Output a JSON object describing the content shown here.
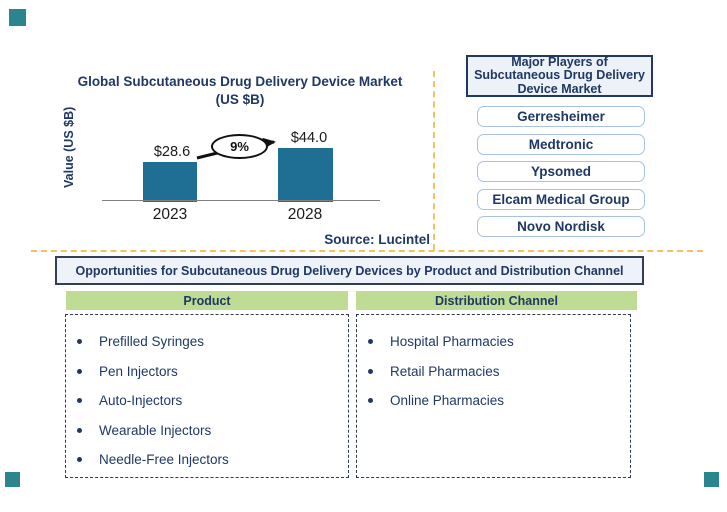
{
  "colors": {
    "navy_text": "#1F3864",
    "bar_fill": "#1F6E93",
    "header_green": "#BEDC94",
    "divider_gold_dashed": "#F2C35C",
    "player_card_border": "#A8C2E6",
    "panel_bg": "#EDF1F8",
    "corner_accent_teal": "#2A858E"
  },
  "chart": {
    "title_line1": "Global Subcutaneous Drug Delivery Device Market",
    "title_line2": "(US $B)",
    "y_axis_label": "Value (US $B)",
    "growth_label": "9%",
    "source": "Source: Lucintel",
    "bars": [
      {
        "year": "2023",
        "label": "$28.6"
      },
      {
        "year": "2028",
        "label": "$44.0"
      }
    ]
  },
  "chart_data": {
    "type": "bar",
    "title": "Global Subcutaneous Drug Delivery Device Market (US $B)",
    "categories": [
      "2023",
      "2028"
    ],
    "values": [
      28.6,
      44.0
    ],
    "data_labels": [
      "$28.6",
      "$44.0"
    ],
    "xlabel": "",
    "ylabel": "Value (US $B)",
    "annotation": "9% growth arrow from 2023 bar to 2028 bar",
    "grid": false,
    "legend": false,
    "bar_color": "#1F6E93",
    "source": "Source: Lucintel"
  },
  "major_players": {
    "title_lines": [
      "Major Players of",
      "Subcutaneous Drug Delivery",
      "Device Market"
    ],
    "items": [
      "Gerresheimer",
      "Medtronic",
      "Ypsomed",
      "Elcam Medical Group",
      "Novo Nordisk"
    ]
  },
  "banner": {
    "text": "Opportunities for Subcutaneous Drug Delivery Devices by Product and Distribution Channel"
  },
  "product_panel": {
    "header": "Product",
    "items": [
      "Prefilled Syringes",
      "Pen Injectors",
      "Auto-Injectors",
      "Wearable Injectors",
      "Needle-Free Injectors"
    ]
  },
  "distribution_panel": {
    "header": "Distribution Channel",
    "items": [
      "Hospital Pharmacies",
      "Retail Pharmacies",
      "Online Pharmacies"
    ]
  }
}
